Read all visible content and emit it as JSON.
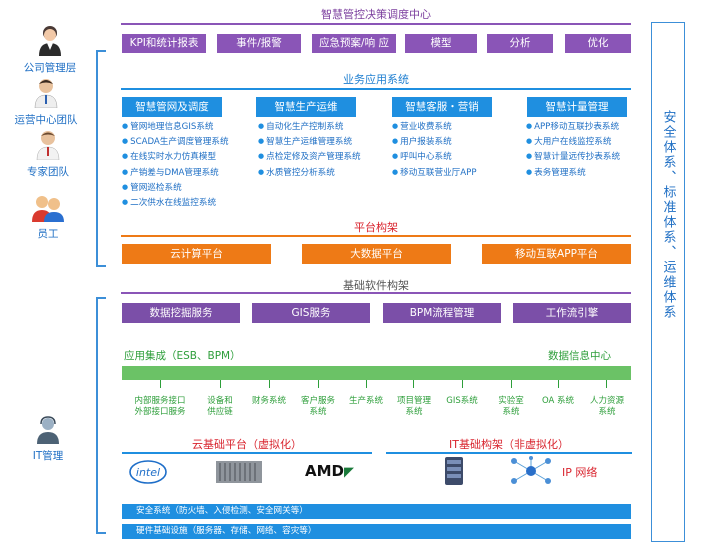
{
  "roles": [
    "公司管理层",
    "运营中心团队",
    "专家团队",
    "员工",
    "IT管理"
  ],
  "decision": {
    "title": "智慧管控决策调度中心",
    "items": [
      "KPI和统计报表",
      "事件/报警",
      "应急预案/响 应",
      "模型",
      "分析",
      "优化"
    ]
  },
  "business": {
    "title": "业务应用系统",
    "columns": [
      {
        "header": "智慧管网及调度",
        "items": [
          "管网地理信息GIS系统",
          "SCADA生产调度管理系统",
          "在线实时水力仿真模型",
          "产销差与DMA管理系统",
          "管网巡检系统",
          "二次供水在线监控系统"
        ]
      },
      {
        "header": "智慧生产运维",
        "items": [
          "自动化生产控制系统",
          "智慧生产运维管理系统",
          "点检定修及资产管理系统",
          "水质管控分析系统"
        ]
      },
      {
        "header": "智慧客服・营销",
        "items": [
          "营业收费系统",
          "用户报装系统",
          "呼叫中心系统",
          "移动互联营业厅APP"
        ]
      },
      {
        "header": "智慧计量管理",
        "items": [
          "APP移动互联抄表系统",
          "大用户在线监控系统",
          "智慧计量远传抄表系统",
          "表务管理系统"
        ]
      }
    ]
  },
  "platform": {
    "title": "平台构架",
    "items": [
      "云计算平台",
      "大数据平台",
      "移动互联APP平台"
    ]
  },
  "software": {
    "title": "基础软件构架",
    "items": [
      "数据挖掘服务",
      "GIS服务",
      "BPM流程管理",
      "工作流引擎"
    ]
  },
  "integration": {
    "left_label": "应用集成（ESB、BPM）",
    "right_label": "数据信息中心",
    "systems": [
      "内部服务接口\n外部接口服务",
      "设备和\n供应链",
      "财务系统",
      "客户服务\n系统",
      "生产系统",
      "项目管理\n系统",
      "GIS系统",
      "实验室\n系统",
      "OA 系统",
      "人力资源\n系统"
    ]
  },
  "cloud": {
    "title": "云基础平台（虚拟化）",
    "logos": [
      "intel",
      "AMD"
    ]
  },
  "it_infra": {
    "title": "IT基础构架（非虚拟化）",
    "network_label": "IP 网络"
  },
  "bottom": {
    "security": "安全系统（防火墙、入侵检测、安全网关等）",
    "hardware": "硬件基础设施（服务器、存储、网络、容灾等）"
  },
  "sidebar": {
    "text": "安全体系、标准体系、运维体系"
  },
  "colors": {
    "purple": "#8a55b7",
    "blue": "#1f8fe0",
    "orange": "#ee7a16",
    "green": "#6bc266"
  }
}
